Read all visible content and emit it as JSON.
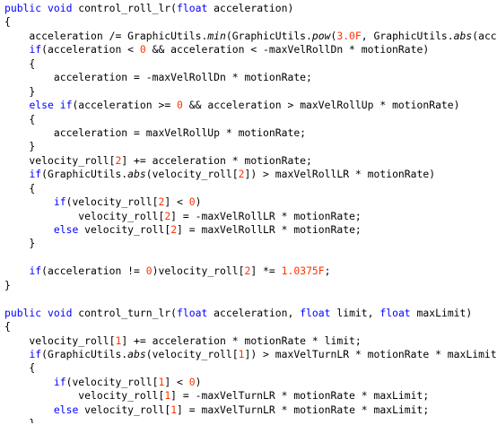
{
  "colors": {
    "background": "#ffffff",
    "text": "#000000",
    "keyword": "#0000ff",
    "number": "#ff3300"
  },
  "code": {
    "lines": [
      [
        {
          "t": "public void",
          "c": "kw"
        },
        {
          "t": " control_roll_lr("
        },
        {
          "t": "float",
          "c": "kw"
        },
        {
          "t": " acceleration)"
        }
      ],
      [
        {
          "t": "{"
        }
      ],
      [
        {
          "t": "    acceleration /= GraphicUtils."
        },
        {
          "t": "min",
          "c": "it"
        },
        {
          "t": "(GraphicUtils."
        },
        {
          "t": "pow",
          "c": "it"
        },
        {
          "t": "("
        },
        {
          "t": "3.0F",
          "c": "num"
        },
        {
          "t": ", GraphicUtils."
        },
        {
          "t": "abs",
          "c": "it"
        },
        {
          "t": "(accele"
        }
      ],
      [
        {
          "t": "    "
        },
        {
          "t": "if",
          "c": "kw"
        },
        {
          "t": "(acceleration < "
        },
        {
          "t": "0",
          "c": "num"
        },
        {
          "t": " && acceleration < -maxVelRollDn * motionRate)"
        }
      ],
      [
        {
          "t": "    {"
        }
      ],
      [
        {
          "t": "        acceleration = -maxVelRollDn * motionRate;"
        }
      ],
      [
        {
          "t": "    }"
        }
      ],
      [
        {
          "t": "    "
        },
        {
          "t": "else if",
          "c": "kw"
        },
        {
          "t": "(acceleration >= "
        },
        {
          "t": "0",
          "c": "num"
        },
        {
          "t": " && acceleration > maxVelRollUp * motionRate)"
        }
      ],
      [
        {
          "t": "    {"
        }
      ],
      [
        {
          "t": "        acceleration = maxVelRollUp * motionRate;"
        }
      ],
      [
        {
          "t": "    }"
        }
      ],
      [
        {
          "t": "    velocity_roll["
        },
        {
          "t": "2",
          "c": "num"
        },
        {
          "t": "] += acceleration * motionRate;"
        }
      ],
      [
        {
          "t": "    "
        },
        {
          "t": "if",
          "c": "kw"
        },
        {
          "t": "(GraphicUtils."
        },
        {
          "t": "abs",
          "c": "it"
        },
        {
          "t": "(velocity_roll["
        },
        {
          "t": "2",
          "c": "num"
        },
        {
          "t": "]) > maxVelRollLR * motionRate)"
        }
      ],
      [
        {
          "t": "    {"
        }
      ],
      [
        {
          "t": "        "
        },
        {
          "t": "if",
          "c": "kw"
        },
        {
          "t": "(velocity_roll["
        },
        {
          "t": "2",
          "c": "num"
        },
        {
          "t": "] < "
        },
        {
          "t": "0",
          "c": "num"
        },
        {
          "t": ")"
        }
      ],
      [
        {
          "t": "            velocity_roll["
        },
        {
          "t": "2",
          "c": "num"
        },
        {
          "t": "] = -maxVelRollLR * motionRate;"
        }
      ],
      [
        {
          "t": "        "
        },
        {
          "t": "else",
          "c": "kw"
        },
        {
          "t": " velocity_roll["
        },
        {
          "t": "2",
          "c": "num"
        },
        {
          "t": "] = maxVelRollLR * motionRate;"
        }
      ],
      [
        {
          "t": "    }"
        }
      ],
      [
        {
          "t": ""
        }
      ],
      [
        {
          "t": "    "
        },
        {
          "t": "if",
          "c": "kw"
        },
        {
          "t": "(acceleration != "
        },
        {
          "t": "0",
          "c": "num"
        },
        {
          "t": ")velocity_roll["
        },
        {
          "t": "2",
          "c": "num"
        },
        {
          "t": "] *= "
        },
        {
          "t": "1.0375F",
          "c": "num"
        },
        {
          "t": ";"
        }
      ],
      [
        {
          "t": "}"
        }
      ],
      [
        {
          "t": ""
        }
      ],
      [
        {
          "t": "public void",
          "c": "kw"
        },
        {
          "t": " control_turn_lr("
        },
        {
          "t": "float",
          "c": "kw"
        },
        {
          "t": " acceleration, "
        },
        {
          "t": "float",
          "c": "kw"
        },
        {
          "t": " limit, "
        },
        {
          "t": "float",
          "c": "kw"
        },
        {
          "t": " maxLimit)"
        }
      ],
      [
        {
          "t": "{"
        }
      ],
      [
        {
          "t": "    velocity_roll["
        },
        {
          "t": "1",
          "c": "num"
        },
        {
          "t": "] += acceleration * motionRate * limit;"
        }
      ],
      [
        {
          "t": "    "
        },
        {
          "t": "if",
          "c": "kw"
        },
        {
          "t": "(GraphicUtils."
        },
        {
          "t": "abs",
          "c": "it"
        },
        {
          "t": "(velocity_roll["
        },
        {
          "t": "1",
          "c": "num"
        },
        {
          "t": "]) > maxVelTurnLR * motionRate * maxLimit)"
        }
      ],
      [
        {
          "t": "    {"
        }
      ],
      [
        {
          "t": "        "
        },
        {
          "t": "if",
          "c": "kw"
        },
        {
          "t": "(velocity_roll["
        },
        {
          "t": "1",
          "c": "num"
        },
        {
          "t": "] < "
        },
        {
          "t": "0",
          "c": "num"
        },
        {
          "t": ")"
        }
      ],
      [
        {
          "t": "            velocity_roll["
        },
        {
          "t": "1",
          "c": "num"
        },
        {
          "t": "] = -maxVelTurnLR * motionRate * maxLimit;"
        }
      ],
      [
        {
          "t": "        "
        },
        {
          "t": "else",
          "c": "kw"
        },
        {
          "t": " velocity_roll["
        },
        {
          "t": "1",
          "c": "num"
        },
        {
          "t": "] = maxVelTurnLR * motionRate * maxLimit;"
        }
      ],
      [
        {
          "t": "    }"
        }
      ],
      [
        {
          "t": "}"
        }
      ]
    ]
  }
}
